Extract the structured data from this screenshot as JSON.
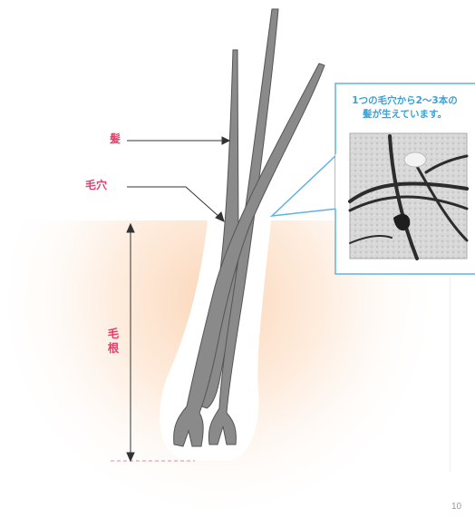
{
  "labels": {
    "hair": "髪",
    "pore": "毛穴",
    "root": "毛根"
  },
  "callout": {
    "line1": "1つの毛穴から2〜3本の",
    "line2": "髪が生えています。"
  },
  "page_number": "10",
  "colors": {
    "label": "#e0406e",
    "callout_border": "#5fb3e0",
    "callout_text": "#3aa0d6",
    "hair_fill": "#8c8c8c",
    "skin_glow": "#fbd3b3"
  }
}
